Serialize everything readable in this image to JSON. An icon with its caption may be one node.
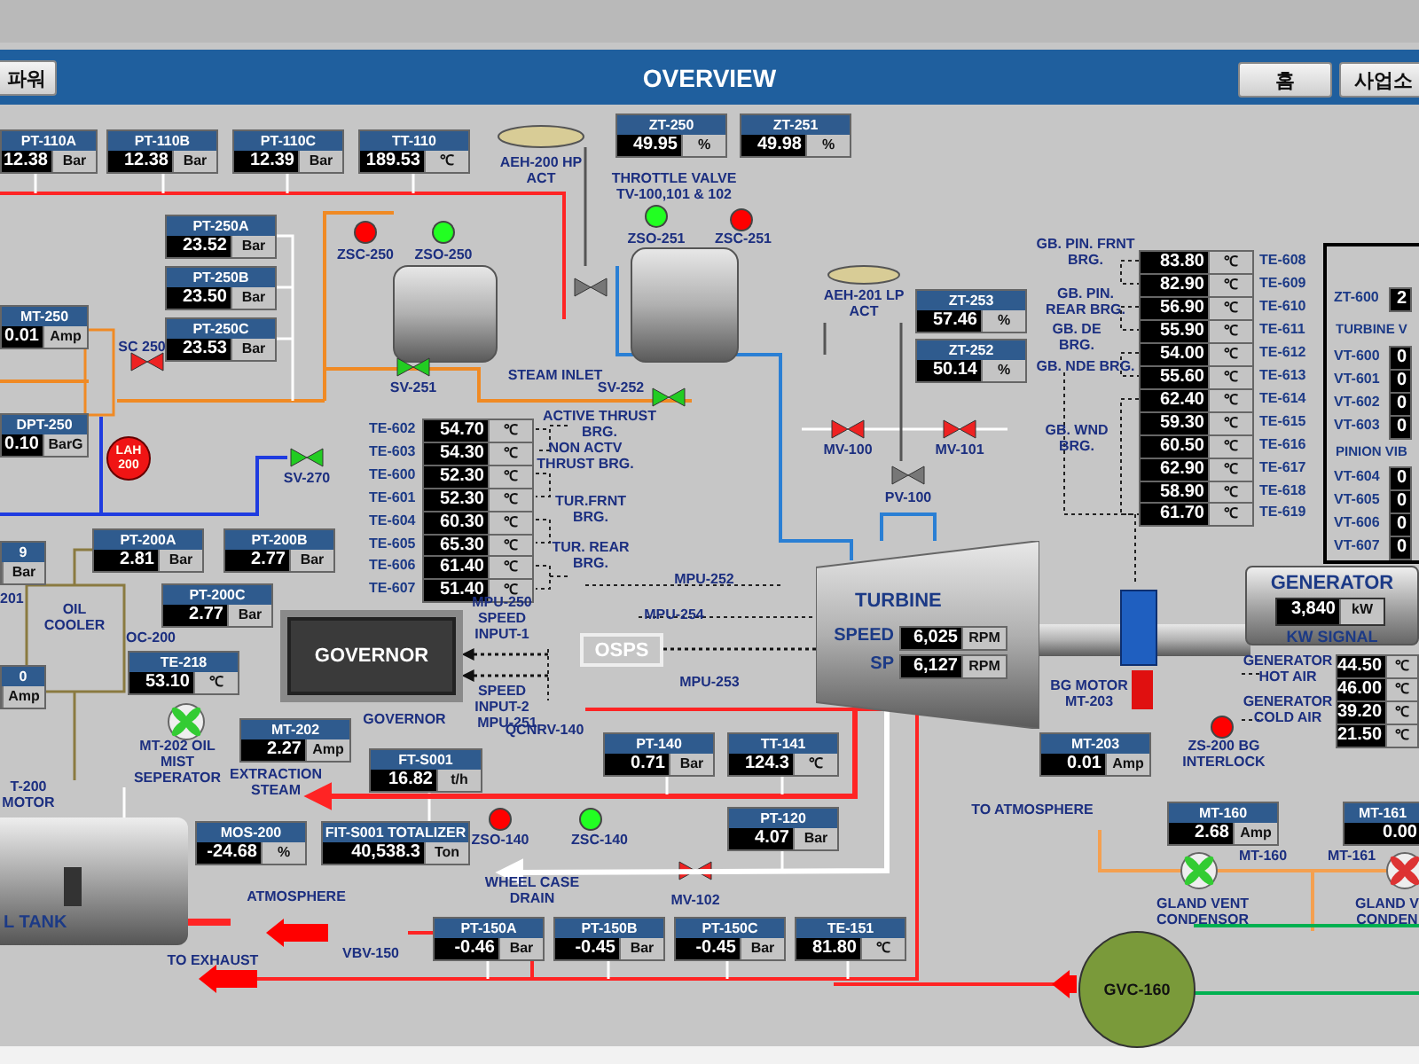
{
  "diagram": {
    "title": "OVERVIEW",
    "nodes": [
      {
        "text": [
          "파워"
        ]
      },
      {
        "text": [
          "홈"
        ]
      },
      {
        "text": [
          "사업소"
        ]
      },
      {
        "text": [
          "PT-110A",
          "12.38",
          "Bar"
        ]
      },
      {
        "text": [
          "PT-110B",
          "12.38",
          "Bar"
        ]
      },
      {
        "text": [
          "PT-110C",
          "12.39",
          "Bar"
        ]
      },
      {
        "text": [
          "TT-110",
          "189.53",
          "℃"
        ]
      },
      {
        "text": [
          "ZT-250",
          "49.95",
          "%"
        ]
      },
      {
        "text": [
          "ZT-251",
          "49.98",
          "%"
        ]
      },
      {
        "text": [
          "PT-250A",
          "23.52",
          "Bar"
        ]
      },
      {
        "text": [
          "PT-250B",
          "23.50",
          "Bar"
        ]
      },
      {
        "text": [
          "PT-250C",
          "23.53",
          "Bar"
        ]
      },
      {
        "text": [
          "MT-250",
          "0.01",
          "Amp"
        ]
      },
      {
        "text": [
          "DPT-250",
          "0.10",
          "BarG"
        ]
      },
      {
        "text": [
          "ZT-253",
          "57.46",
          "%"
        ]
      },
      {
        "text": [
          "ZT-252",
          "50.14",
          "%"
        ]
      },
      {
        "text": [
          "9",
          "Bar"
        ],
        "beside": [
          "201"
        ]
      },
      {
        "text": [
          "PT-200A",
          "2.81",
          "Bar"
        ]
      },
      {
        "text": [
          "PT-200B",
          "2.77",
          "Bar"
        ]
      },
      {
        "text": [
          "PT-200C",
          "2.77",
          "Bar"
        ]
      },
      {
        "text": [
          "0",
          "Amp"
        ]
      },
      {
        "text": [
          "TE-218",
          "53.10",
          "℃"
        ]
      },
      {
        "text": [
          "MT-202",
          "2.27",
          "Amp"
        ]
      },
      {
        "text": [
          "FT-S001",
          "16.82",
          "t/h"
        ]
      },
      {
        "text": [
          "MOS-200",
          "-24.68",
          "%"
        ]
      },
      {
        "text": [
          "FIT-S001 TOTALIZER",
          "40,538.3",
          "Ton"
        ]
      },
      {
        "text": [
          "PT-140",
          "0.71",
          "Bar"
        ]
      },
      {
        "text": [
          "TT-141",
          "124.3",
          "℃"
        ]
      },
      {
        "text": [
          "PT-120",
          "4.07",
          "Bar"
        ]
      },
      {
        "text": [
          "PT-150A",
          "-0.46",
          "Bar"
        ]
      },
      {
        "text": [
          "PT-150B",
          "-0.45",
          "Bar"
        ]
      },
      {
        "text": [
          "PT-150C",
          "-0.45",
          "Bar"
        ]
      },
      {
        "text": [
          "TE-151",
          "81.80",
          "℃"
        ]
      },
      {
        "text": [
          "MT-203",
          "0.01",
          "Amp"
        ]
      },
      {
        "text": [
          "MT-160",
          "2.68",
          "Amp"
        ]
      },
      {
        "text": [
          "MT-161",
          "0.00"
        ]
      },
      {
        "text": [
          "TE-602",
          "54.70",
          "℃"
        ]
      },
      {
        "text": [
          "TE-603",
          "54.30",
          "℃"
        ]
      },
      {
        "text": [
          "TE-600",
          "52.30",
          "℃"
        ]
      },
      {
        "text": [
          "TE-601",
          "52.30",
          "℃"
        ]
      },
      {
        "text": [
          "TE-604",
          "60.30",
          "℃"
        ]
      },
      {
        "text": [
          "TE-605",
          "65.30",
          "℃"
        ]
      },
      {
        "text": [
          "TE-606",
          "61.40",
          "℃"
        ]
      },
      {
        "text": [
          "TE-607",
          "51.40",
          "℃"
        ]
      },
      {
        "text": [
          "83.80",
          "℃",
          "TE-608"
        ]
      },
      {
        "text": [
          "82.90",
          "℃",
          "TE-609"
        ]
      },
      {
        "text": [
          "56.90",
          "℃",
          "TE-610"
        ]
      },
      {
        "text": [
          "55.90",
          "℃",
          "TE-611"
        ]
      },
      {
        "text": [
          "54.00",
          "℃",
          "TE-612"
        ]
      },
      {
        "text": [
          "55.60",
          "℃",
          "TE-613"
        ]
      },
      {
        "text": [
          "62.40",
          "℃",
          "TE-614"
        ]
      },
      {
        "text": [
          "59.30",
          "℃",
          "TE-615"
        ]
      },
      {
        "text": [
          "60.50",
          "℃",
          "TE-616"
        ]
      },
      {
        "text": [
          "62.90",
          "℃",
          "TE-617"
        ]
      },
      {
        "text": [
          "58.90",
          "℃",
          "TE-618"
        ]
      },
      {
        "text": [
          "61.70",
          "℃",
          "TE-619"
        ]
      },
      {
        "text": [
          "44.50",
          "℃"
        ]
      },
      {
        "text": [
          "46.00",
          "℃"
        ]
      },
      {
        "text": [
          "39.20",
          "℃"
        ]
      },
      {
        "text": [
          "21.50",
          "℃"
        ]
      },
      {
        "text": [
          "TURBINE V",
          "PINION VIB"
        ]
      },
      {
        "text": [
          "ZT-600",
          "2"
        ],
        "in": 60
      },
      {
        "text": [
          "VT-600",
          "0"
        ],
        "in": 60
      },
      {
        "text": [
          "VT-601",
          "0"
        ],
        "in": 60
      },
      {
        "text": [
          "VT-602",
          "0"
        ],
        "in": 60
      },
      {
        "text": [
          "VT-603",
          "0"
        ],
        "in": 60
      },
      {
        "text": [
          "VT-604",
          "0"
        ],
        "in": 60
      },
      {
        "text": [
          "VT-605",
          "0"
        ],
        "in": 60
      },
      {
        "text": [
          "VT-606",
          "0"
        ],
        "in": 60
      },
      {
        "text": [
          "VT-607",
          "0"
        ],
        "in": 60
      },
      {
        "text": [
          "LAH 200"
        ]
      },
      {
        "text": [
          "OSPS"
        ]
      },
      {
        "text": [
          "GOVERNOR"
        ]
      },
      {
        "text": [
          "TURBINE"
        ]
      },
      {
        "text": [
          "SPEED",
          "6,025",
          "RPM"
        ],
        "in": 73
      },
      {
        "text": [
          "SP",
          "6,127",
          "RPM"
        ],
        "in": 73
      },
      {
        "text": [
          "GENERATOR",
          "KW SIGNAL"
        ]
      },
      {
        "text": [
          "3,840",
          "kW"
        ],
        "in": 76
      },
      {
        "text": [
          "GVC-160"
        ]
      },
      {
        "text": [
          "L TANK"
        ]
      },
      {
        "text": [
          "EXTRACTION STEAM"
        ]
      },
      {
        "text": [
          "WHEEL CASE DRAIN"
        ]
      }
    ],
    "edges": [
      {
        "from": null,
        "to": 72,
        "arrow": "to",
        "style": "dashed",
        "color": "#111111"
      },
      {
        "from": null,
        "to": 72,
        "arrow": "to",
        "style": "dashed",
        "color": "#111111"
      },
      {
        "from": 73,
        "to": 80,
        "arrow": "to",
        "style": "thick",
        "color": "#ff2424"
      },
      {
        "from": 73,
        "to": 81,
        "arrow": "to",
        "style": "thick",
        "color": "#ffffff"
      },
      {
        "from": 71,
        "to": 73,
        "arrow": "none",
        "style": "dashed",
        "color": "#111111"
      },
      {
        "from": 26,
        "to": null,
        "arrow": "none",
        "color": "#ffffff"
      },
      {
        "from": 27,
        "to": null,
        "arrow": "none",
        "color": "#ffffff"
      },
      {
        "from": 28,
        "to": null,
        "arrow": "none",
        "color": "#ffffff"
      }
    ],
    "labels": [
      "AEH-200 HP ACT",
      "THROTTLE VALVE TV-100,101 & 102",
      "ZSC-250",
      "ZSO-250",
      "ZSO-251",
      "ZSC-251",
      "SC 250",
      "STEAM INLET",
      "SV-251",
      "SV-252",
      "AEH-201 LP ACT",
      "GB. PIN. FRNT BRG.",
      "GB. PIN. REAR BRG.",
      "GB. DE BRG.",
      "GB. NDE BRG.",
      "GB. WND BRG.",
      "ACTIVE THRUST BRG.",
      "NON ACTV THRUST BRG.",
      "TUR.FRNT BRG.",
      "TUR. REAR BRG.",
      "SV-270",
      "MV-100",
      "MV-101",
      "PV-100",
      "MPU-252",
      "MPU-254",
      "MPU-253",
      "MPU-250 SPEED INPUT-1",
      "SPEED INPUT-2",
      "MPU-251",
      "OC-200",
      "OIL COOLER",
      "GOVERNOR",
      "QCNRV-140",
      "MT-202 OIL MIST SEPERATOR",
      "T-200 MOTOR",
      "ZSO-140",
      "ZSC-140",
      "ATMOSPHERE",
      "MV-102",
      "VBV-150",
      "TO EXHAUST",
      "BG MOTOR MT-203",
      "ZS-200 BG INTERLOCK",
      "GENERATOR HOT AIR",
      "GENERATOR COLD AIR",
      "TO ATMOSPHERE",
      "MT-160",
      "MT-161",
      "GLAND VENT CONDENSOR",
      "GLAND V CONDEN"
    ]
  }
}
